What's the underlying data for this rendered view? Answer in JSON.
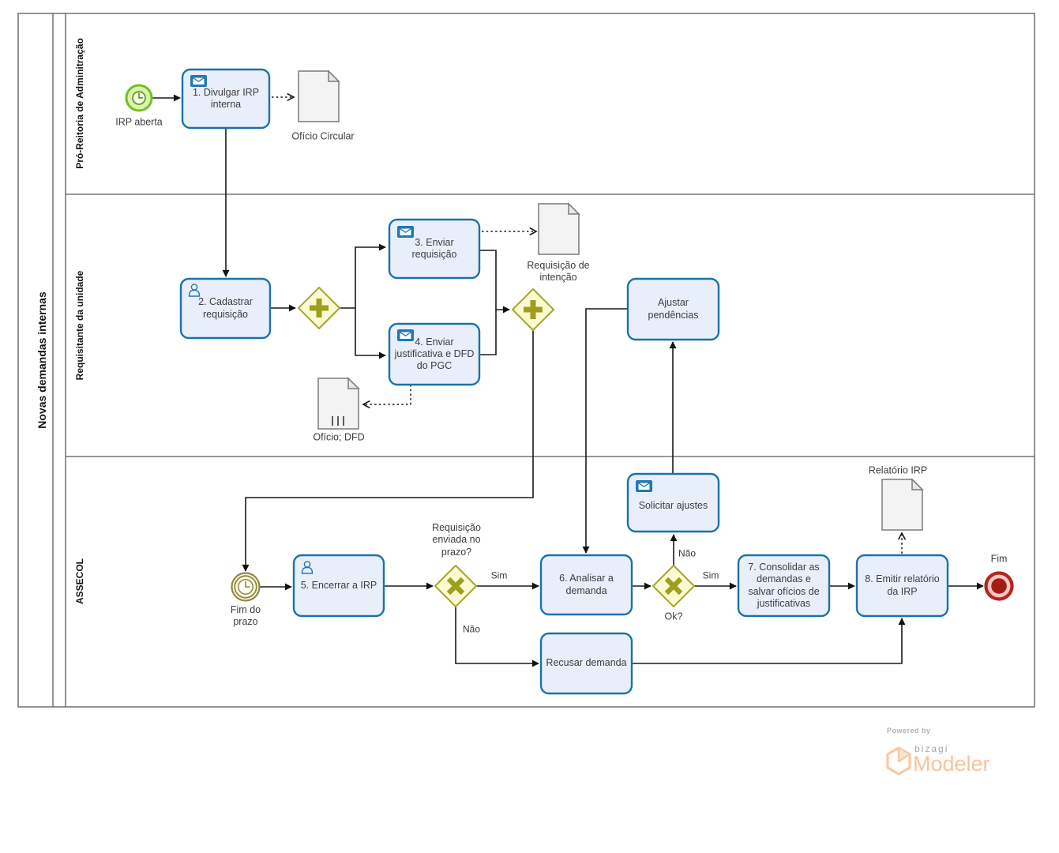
{
  "pool": {
    "title": "Novas demandas internas"
  },
  "lanes": {
    "lane1": "Pró-Reitoria de Adminitração",
    "lane2": "Requisitante da unidade",
    "lane3": "ASSECOL"
  },
  "nodes": {
    "start": "IRP aberta",
    "t1": "1. Divulgar IRP interna",
    "t2": "2. Cadastrar requisição",
    "t3": "3. Enviar requisição",
    "t4": "4. Enviar justificativa e DFD do PGC",
    "ajustar": "Ajustar pendências",
    "solicitar": "Solicitar ajustes",
    "timer": "Fim do prazo",
    "t5": "5. Encerrar a IRP",
    "gwPrazo": "Requisição enviada no prazo?",
    "t6": "6. Analisar a demanda",
    "gwOk": "Ok?",
    "t7": "7. Consolidar as demandas e salvar ofícios de justificativas",
    "t8": "8. Emitir relatório da IRP",
    "recusar": "Recusar demanda",
    "end": "Fim"
  },
  "documents": {
    "oficioCircular": "Ofício Circular",
    "requisicaoIntencao": "Requisição de intenção",
    "oficioDfd": "Ofício; DFD",
    "relatorioIrp": "Relatório IRP"
  },
  "edges": {
    "simPrazo": "Sim",
    "naoPrazo": "Não",
    "simOk": "Sim",
    "naoOk": "Não"
  },
  "footer": {
    "powered_by": "Powered by",
    "brand": "bizagi",
    "product": "Modeler"
  },
  "colors": {
    "task_fill": "#e9eefb",
    "task_border": "#1b72a7",
    "message_icon_blue": "#1e79b4",
    "gateway_fill": "#fbfbd2",
    "gateway_border": "#a5a52f",
    "gateway_symbol": "#9e9e20",
    "start_event_green": "#71bf2b",
    "start_event_fill": "#def2a9",
    "timer_olive": "#8f8a3f",
    "end_event_red": "#b2261f",
    "document_fill": "#f3f3f3",
    "brand_orange": "#f8c29a"
  }
}
